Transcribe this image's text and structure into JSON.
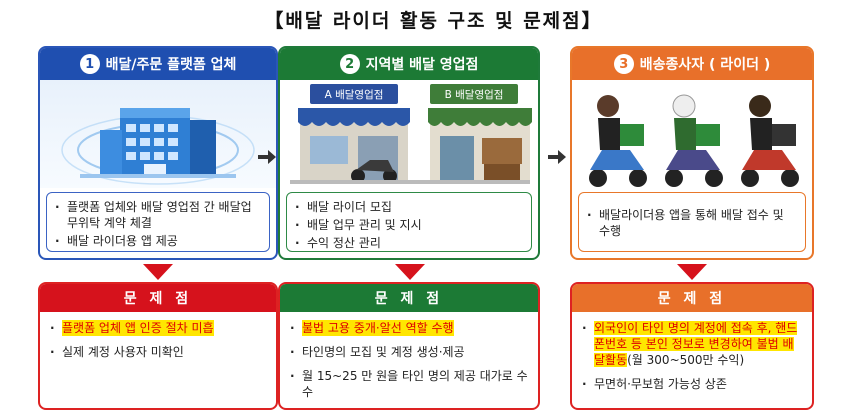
{
  "title": "【배달 라이더 활동 구조 및 문제점】",
  "columns": [
    {
      "num": "1",
      "header": "배달/주문 플랫폼 업체",
      "items": [
        "플랫폼 업체와 배달 영업점 간 배달업무위탁 계약 체결",
        "배달 라이더용 앱 제공"
      ]
    },
    {
      "num": "2",
      "header": "지역별 배달 영업점",
      "shop_a": "A 배달영업점",
      "shop_b": "B 배달영업점",
      "items": [
        "배달 라이더 모집",
        "배달 업무 관리 및 지시",
        "수익 정산 관리"
      ]
    },
    {
      "num": "3",
      "header": "배송종사자 ( 라이더 )",
      "items": [
        "배달라이더용 앱을 통해 배달 접수 및 수행"
      ]
    }
  ],
  "problems": {
    "header": "문 제 점",
    "col1": [
      "플랫폼 업체 앱 인증 절차 미흡",
      "실제 계정 사용자 미확인"
    ],
    "col2": [
      "불법 고용 중개·알선 역할 수행",
      "타인명의 모집 및 계정 생성·제공",
      "월 15~25 만 원을 타인 명의 제공 대가로 수수"
    ],
    "col3": {
      "item1_highlight": "외국인이 타인 명의 계정에 접속 후, 핸드폰번호 등 본인 정보로 변경하여 불법 배달활동",
      "item1_rest": "(월 300~500만 수익)",
      "item2": "무면허·무보험 가능성 상존"
    }
  },
  "colors": {
    "blue": "#1f4fb0",
    "green": "#1c7a35",
    "orange": "#e8702a",
    "red": "#d6121c",
    "highlight": "#ffe600"
  }
}
